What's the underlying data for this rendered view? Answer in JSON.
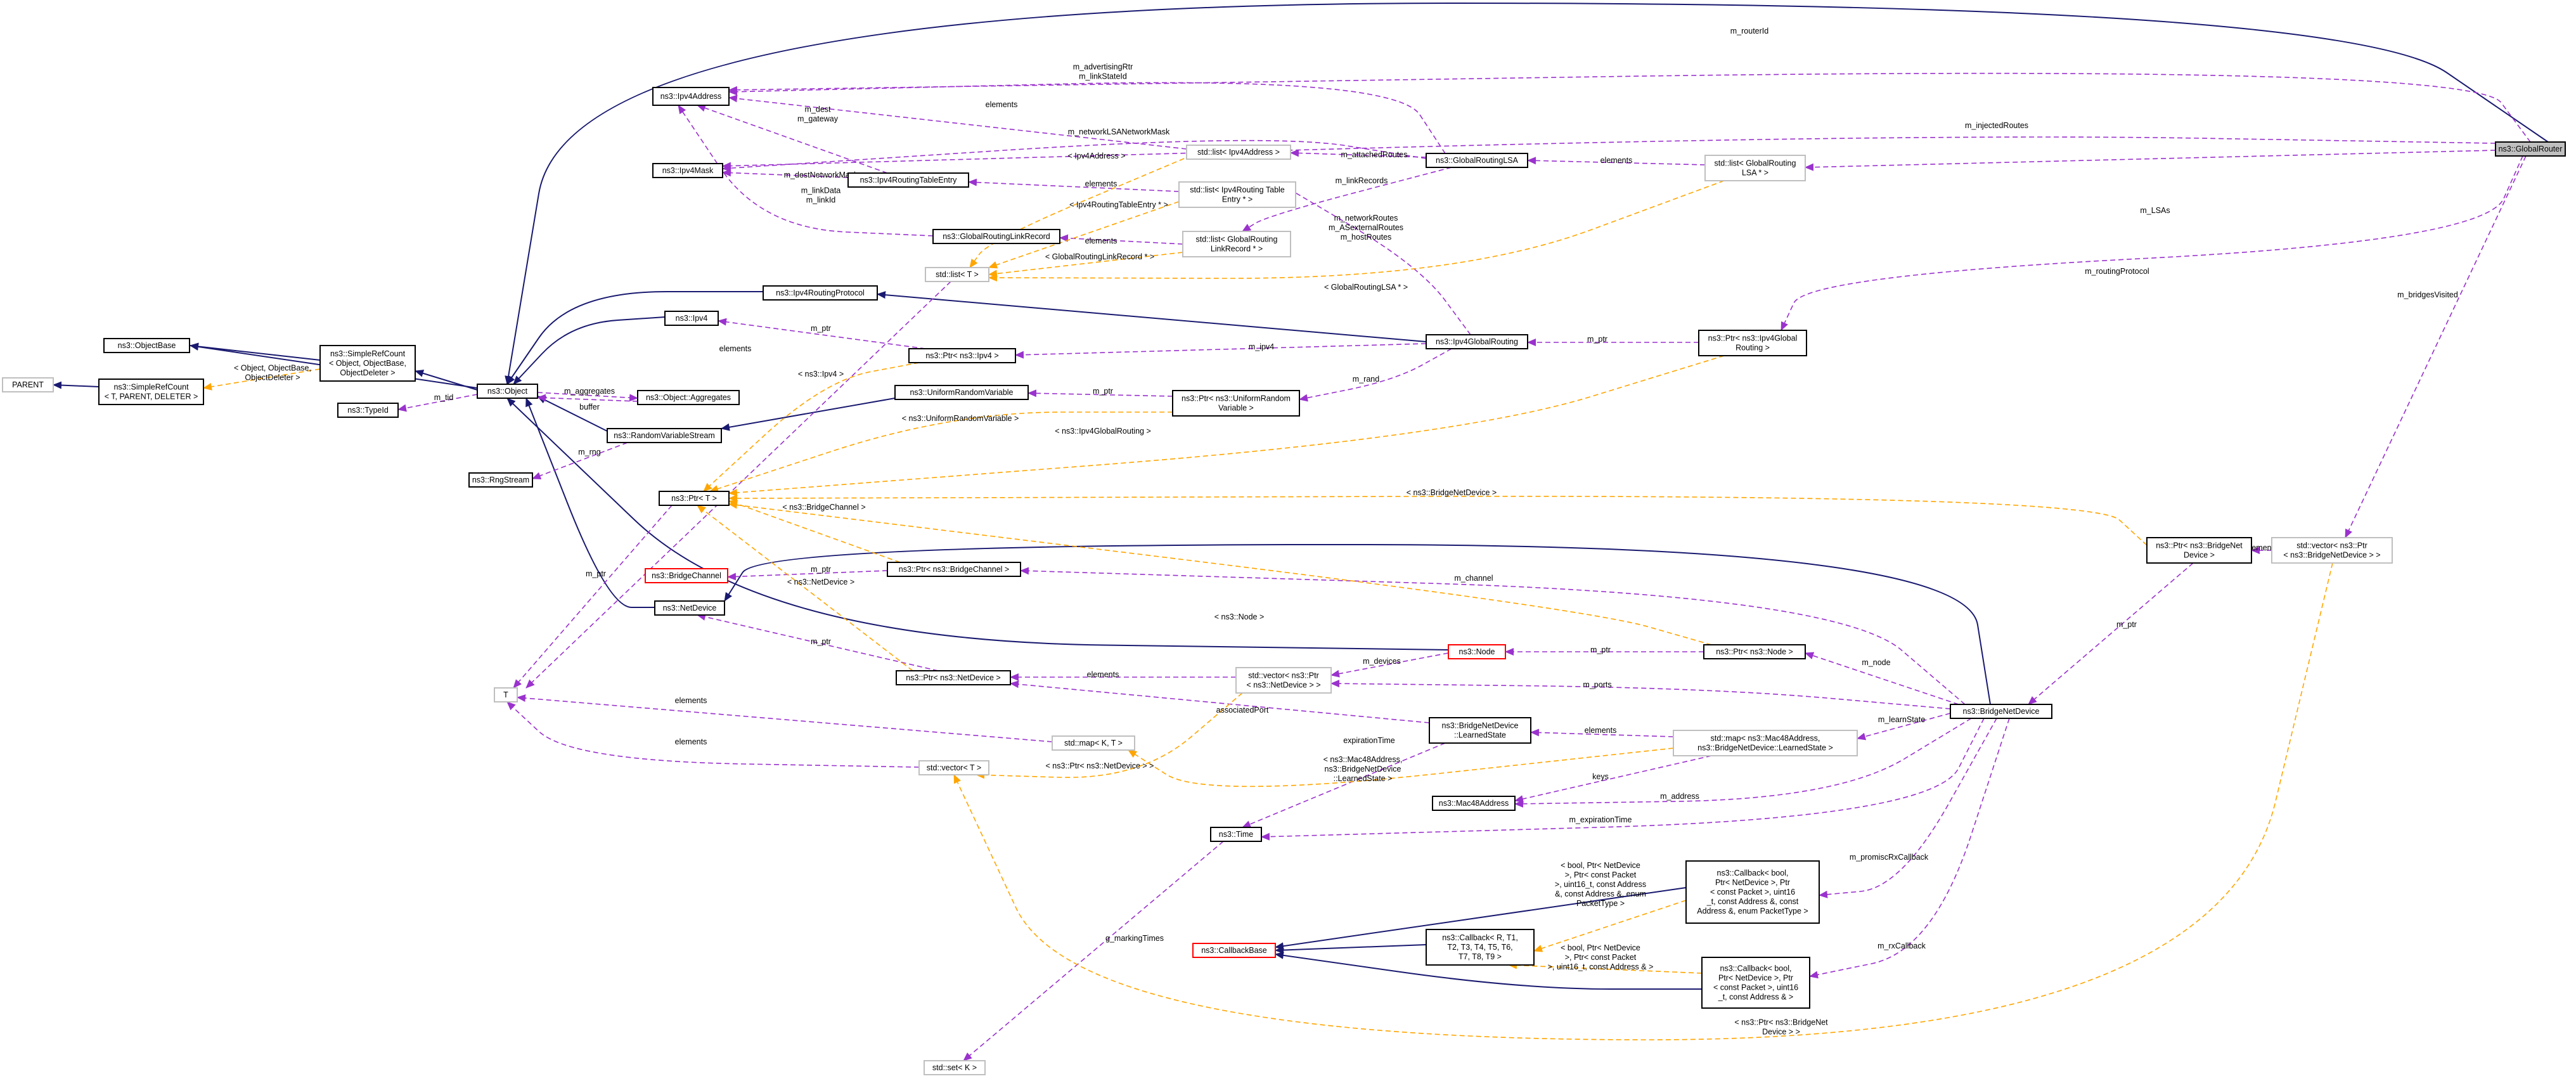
{
  "colors": {
    "inheritance": "#191970",
    "usage": "#9a32cd",
    "template": "#ffa500",
    "grey_border": "#bfbfbf",
    "red_border": "#ff0000",
    "highlight_fill": "#bfbfbf"
  },
  "nodes": {
    "GlobalRouter": [
      "ns3::GlobalRouter"
    ],
    "Ipv4Address": [
      "ns3::Ipv4Address"
    ],
    "Ipv4Mask": [
      "ns3::Ipv4Mask"
    ],
    "Ipv4RoutingTableEntry": [
      "ns3::Ipv4RoutingTableEntry"
    ],
    "GlobalRoutingLinkRecord": [
      "ns3::GlobalRoutingLinkRecord"
    ],
    "ListIpv4Address": [
      "std::list< Ipv4Address >"
    ],
    "ListRoutingTableEntry": [
      "std::list< Ipv4Routing Table",
      "Entry * >"
    ],
    "ListLinkRecord": [
      "std::list< GlobalRouting",
      "LinkRecord * >"
    ],
    "GlobalRoutingLSA": [
      "ns3::GlobalRoutingLSA"
    ],
    "ListGlobalRoutingLSA": [
      "std::list< GlobalRouting",
      "LSA * >"
    ],
    "StdListT": [
      "std::list< T >"
    ],
    "Ipv4RoutingProtocol": [
      "ns3::Ipv4RoutingProtocol"
    ],
    "Ipv4": [
      "ns3::Ipv4"
    ],
    "ObjectBase": [
      "ns3::ObjectBase"
    ],
    "SimpleRefCountObj": [
      "ns3::SimpleRefCount",
      "< Object, ObjectBase,",
      "ObjectDeleter >"
    ],
    "Parent": [
      "PARENT"
    ],
    "SimpleRefCountT": [
      "ns3::SimpleRefCount",
      "< T, PARENT, DELETER >"
    ],
    "TypeId": [
      "ns3::TypeId"
    ],
    "Object": [
      "ns3::Object"
    ],
    "PtrIpv4": [
      "ns3::Ptr< ns3::Ipv4 >"
    ],
    "Ipv4GlobalRouting": [
      "ns3::Ipv4GlobalRouting"
    ],
    "PtrIpv4GlobalRouting": [
      "ns3::Ptr< ns3::Ipv4Global",
      "Routing >"
    ],
    "ObjectAggregates": [
      "ns3::Object::Aggregates"
    ],
    "UniformRandomVariable": [
      "ns3::UniformRandomVariable"
    ],
    "PtrUniformRandomVariable": [
      "ns3::Ptr< ns3::UniformRandom",
      "Variable >"
    ],
    "RandomVariableStream": [
      "ns3::RandomVariableStream"
    ],
    "RngStream": [
      "ns3::RngStream"
    ],
    "PtrT": [
      "ns3::Ptr< T >"
    ],
    "BridgeChannel": [
      "ns3::BridgeChannel"
    ],
    "PtrBridgeChannel": [
      "ns3::Ptr< ns3::BridgeChannel >"
    ],
    "NetDevice": [
      "ns3::NetDevice"
    ],
    "PtrBridgeNetDevice": [
      "ns3::Ptr< ns3::BridgeNet",
      "Device >"
    ],
    "VectorPtrBridgeNetDevice": [
      "std::vector< ns3::Ptr",
      "< ns3::BridgeNetDevice > >"
    ],
    "Node": [
      "ns3::Node"
    ],
    "PtrNode": [
      "ns3::Ptr< ns3::Node >"
    ],
    "PtrNetDevice": [
      "ns3::Ptr< ns3::NetDevice >"
    ],
    "VectorPtrNetDevice": [
      "std::vector< ns3::Ptr",
      "< ns3::NetDevice > >"
    ],
    "T": [
      "T"
    ],
    "StdMapKT": [
      "std::map< K, T >"
    ],
    "StdVectorT": [
      "std::vector< T >"
    ],
    "LearnedState": [
      "ns3::BridgeNetDevice",
      "::LearnedState"
    ],
    "MapMac48LearnedState": [
      "std::map< ns3::Mac48Address,",
      "ns3::BridgeNetDevice::LearnedState >"
    ],
    "BridgeNetDevice": [
      "ns3::BridgeNetDevice"
    ],
    "Mac48Address": [
      "ns3::Mac48Address"
    ],
    "Time": [
      "ns3::Time"
    ],
    "CallbackPromisc": [
      "ns3::Callback< bool,",
      "Ptr< NetDevice >, Ptr",
      "< const Packet >, uint16",
      "_t, const Address &, const",
      "Address &, enum PacketType >"
    ],
    "CallbackBase": [
      "ns3::CallbackBase"
    ],
    "CallbackGeneric": [
      "ns3::Callback< R, T1,",
      "T2, T3, T4, T5, T6,",
      "T7, T8, T9 >"
    ],
    "CallbackRx": [
      "ns3::Callback< bool,",
      "Ptr< NetDevice >, Ptr",
      "< const Packet >, uint16",
      "_t, const Address & >"
    ],
    "StdSetK": [
      "std::set< K >"
    ]
  },
  "edge_labels": {
    "m_routerId": [
      "m_routerId"
    ],
    "m_injectedRoutes": [
      "m_injectedRoutes"
    ],
    "m_LSAs": [
      "m_LSAs"
    ],
    "m_routingProtocol": [
      "m_routingProtocol"
    ],
    "m_bridgesVisited": [
      "m_bridgesVisited"
    ],
    "adv": [
      "m_advertisingRtr",
      "m_linkStateId"
    ],
    "elements_ipv4addr": [
      "elements"
    ],
    "dest_gw": [
      "m_dest",
      "m_gateway"
    ],
    "netmask": [
      "m_networkLSANetworkMask"
    ],
    "destNetworkMask": [
      "m_destNetworkMask"
    ],
    "linkData": [
      "m_linkData",
      "m_linkId"
    ],
    "tpl_ipv4address": [
      "< Ipv4Address >"
    ],
    "attachedRoutes": [
      "m_attachedRoutes"
    ],
    "elements_lsa": [
      "elements"
    ],
    "elements_rte": [
      "elements"
    ],
    "linkRecords": [
      "m_linkRecords"
    ],
    "tpl_rte": [
      "< Ipv4RoutingTableEntry * >"
    ],
    "elements_lr": [
      "elements"
    ],
    "tpl_lr": [
      "< GlobalRoutingLinkRecord * >"
    ],
    "routes": [
      "m_networkRoutes",
      "m_ASexternalRoutes",
      "m_hostRoutes"
    ],
    "tpl_lsa": [
      "< GlobalRoutingLSA * >"
    ],
    "elements_listT": [
      "elements"
    ],
    "m_ptr_ipv4": [
      "m_ptr"
    ],
    "m_ipv4": [
      "m_ipv4"
    ],
    "m_ptr_igr": [
      "m_ptr"
    ],
    "tpl_objectbase": [
      "< Object, ObjectBase,",
      "ObjectDeleter >"
    ],
    "m_tid": [
      "m_tid"
    ],
    "m_aggregates": [
      "m_aggregates"
    ],
    "buffer": [
      "buffer"
    ],
    "m_rng": [
      "m_rng"
    ],
    "tpl_ipv4": [
      "< ns3::Ipv4 >"
    ],
    "m_ptr_urv": [
      "m_ptr"
    ],
    "m_rand": [
      "m_rand"
    ],
    "tpl_urv": [
      "< ns3::UniformRandomVariable >"
    ],
    "tpl_igr": [
      "< ns3::Ipv4GlobalRouting >"
    ],
    "tpl_bnd": [
      "< ns3::BridgeNetDevice >"
    ],
    "tpl_bchan": [
      "< ns3::BridgeChannel >"
    ],
    "m_ptr_bchan": [
      "m_ptr"
    ],
    "tpl_netdev": [
      "< ns3::NetDevice >"
    ],
    "m_channel": [
      "m_channel"
    ],
    "tpl_node": [
      "< ns3::Node >"
    ],
    "elements_bnd": [
      "elements"
    ],
    "m_ptr_bnd": [
      "m_ptr"
    ],
    "m_ptr_node": [
      "m_ptr"
    ],
    "m_node": [
      "m_node"
    ],
    "m_ptr_T": [
      "m_ptr"
    ],
    "m_ptr_netdev": [
      "m_ptr"
    ],
    "m_devices": [
      "m_devices"
    ],
    "elements_vecnd": [
      "elements"
    ],
    "m_ports": [
      "m_ports"
    ],
    "elements_map": [
      "elements"
    ],
    "elements_vec": [
      "elements"
    ],
    "associatedPort": [
      "associatedPort"
    ],
    "elements_ls": [
      "elements"
    ],
    "m_learnState": [
      "m_learnState"
    ],
    "tpl_ptrnetdev": [
      "< ns3::Ptr< ns3::NetDevice > >"
    ],
    "tpl_mac48": [
      "< ns3::Mac48Address,",
      "ns3::BridgeNetDevice",
      "::LearnedState >"
    ],
    "expirationTime_ls": [
      "expirationTime"
    ],
    "keys": [
      "keys"
    ],
    "m_address": [
      "m_address"
    ],
    "m_expirationTime": [
      "m_expirationTime"
    ],
    "m_promiscRxCallback": [
      "m_promiscRxCallback"
    ],
    "m_rxCallback": [
      "m_rxCallback"
    ],
    "tpl_cb_promisc": [
      "< bool, Ptr< NetDevice",
      ">, Ptr< const Packet",
      ">, uint16_t, const Address",
      "&, const Address &, enum",
      "PacketType >"
    ],
    "tpl_cb_rx": [
      "< bool, Ptr< NetDevice",
      ">, Ptr< const Packet",
      ">, uint16_t, const Address & >"
    ],
    "g_markingTimes": [
      "g_markingTimes"
    ],
    "tpl_vec_bnd": [
      "< ns3::Ptr< ns3::BridgeNet",
      "Device > >"
    ]
  }
}
